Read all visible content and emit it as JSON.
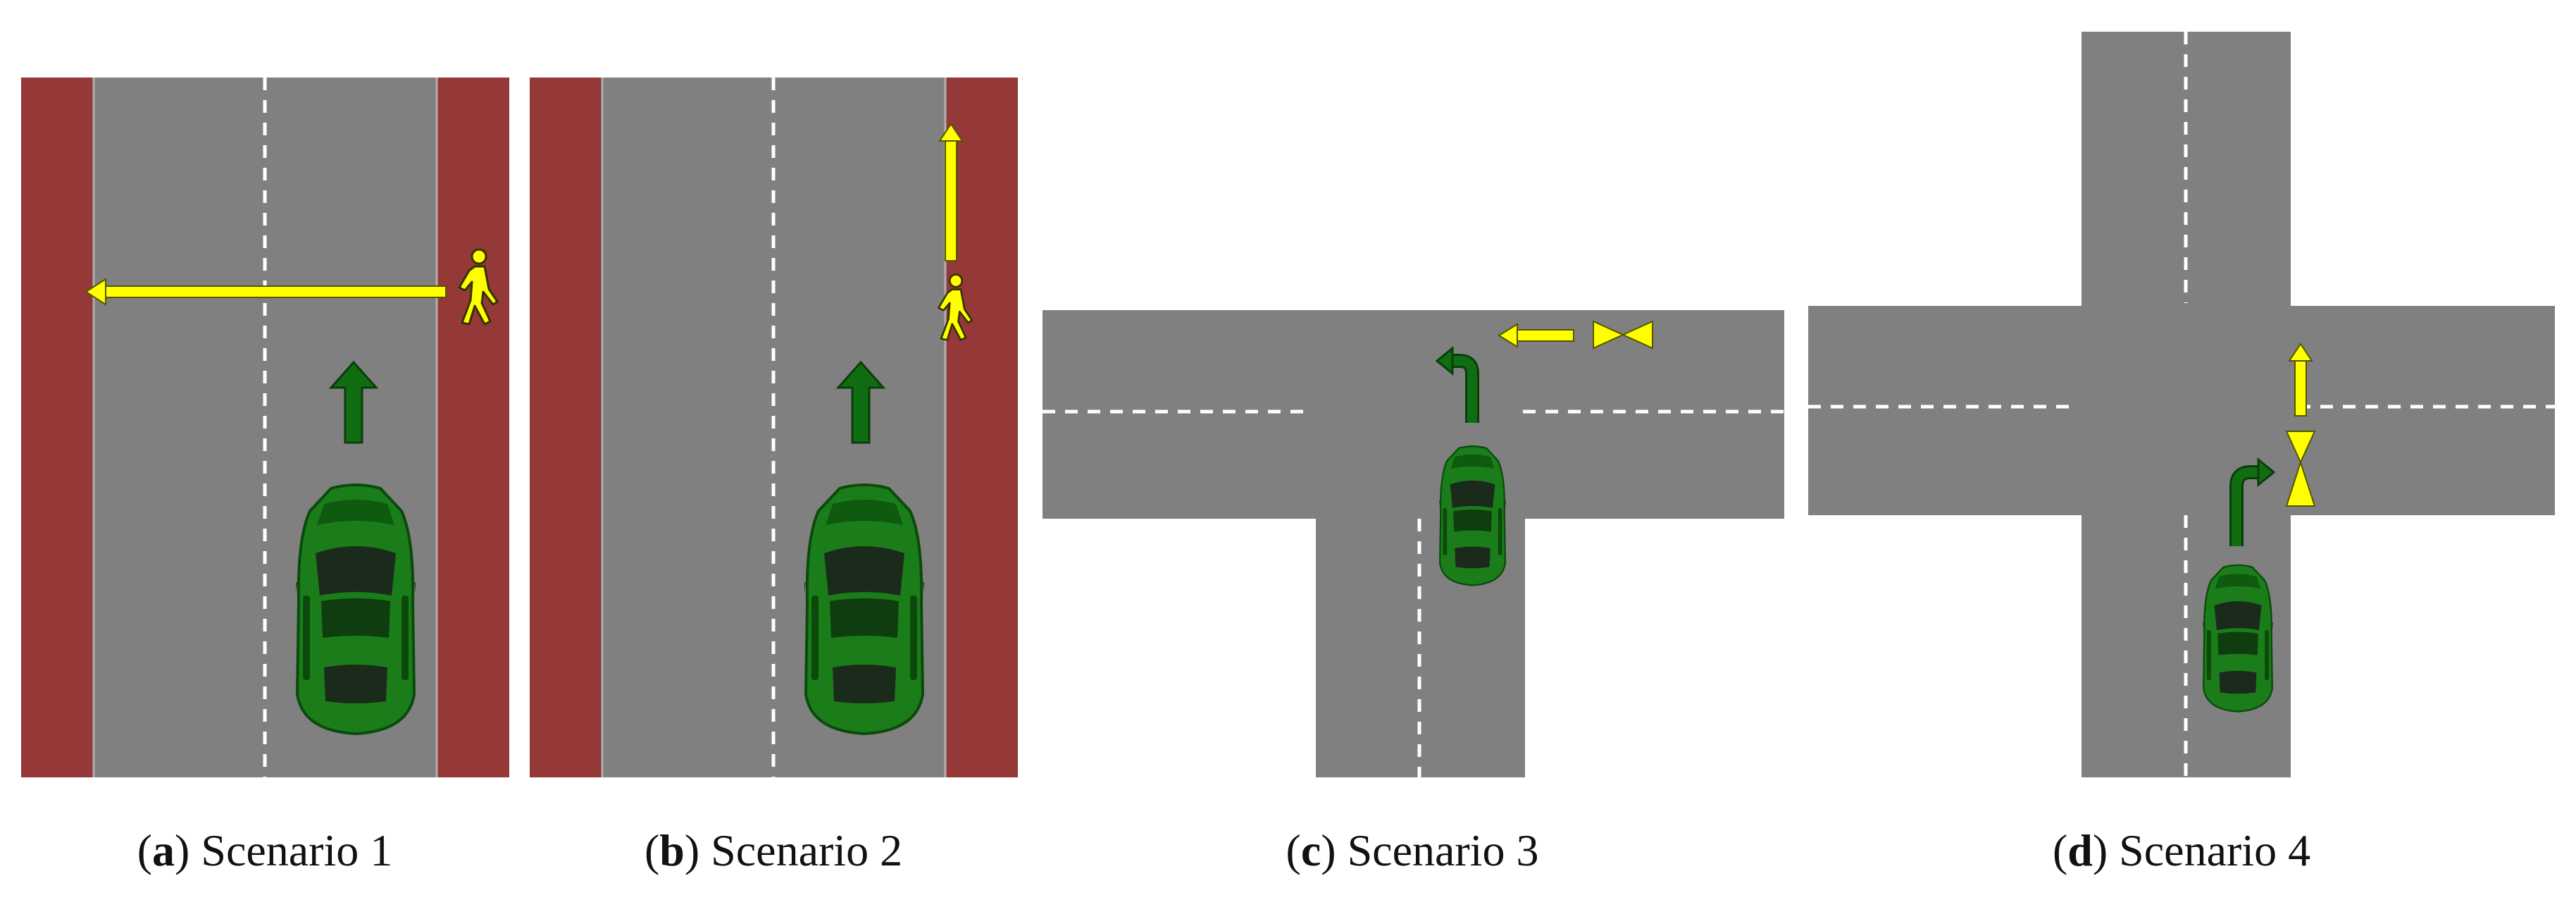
{
  "colors": {
    "road": "#808080",
    "sidewalk": "#953838",
    "lane_marking": "#ffffff",
    "arrow_ego": "#116d11",
    "arrow_other": "#ffff00",
    "car_body": "#1a7d1a",
    "car_dark": "#0b4a0b",
    "car_glass": "#1b2b1b"
  },
  "icons": [
    "pedestrian-icon",
    "car-icon",
    "arrow-up-icon",
    "arrow-left-icon",
    "turn-left-arrow-icon",
    "turn-right-arrow-icon",
    "oncoming-vehicle-icon"
  ],
  "captions": [
    {
      "label": "a",
      "text": "Scenario 1"
    },
    {
      "label": "b",
      "text": "Scenario 2"
    },
    {
      "label": "c",
      "text": "Scenario 3"
    },
    {
      "label": "d",
      "text": "Scenario 4"
    }
  ]
}
